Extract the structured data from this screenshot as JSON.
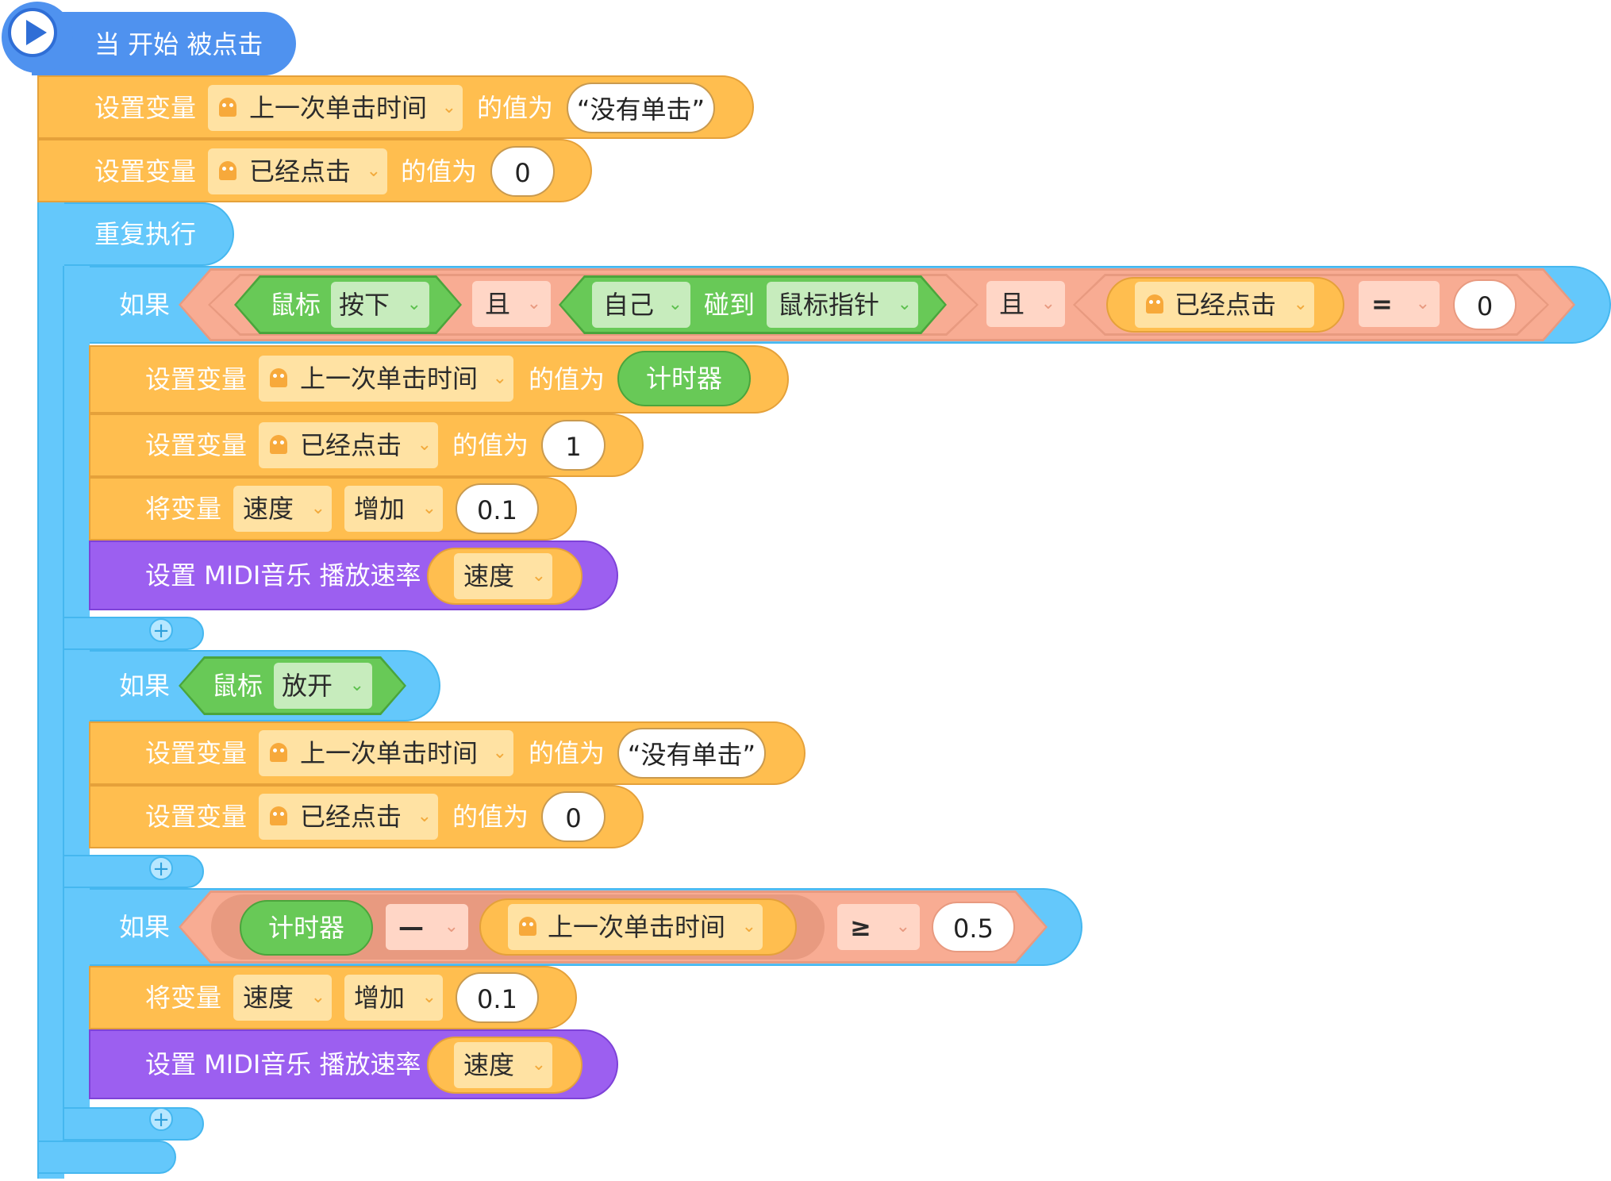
{
  "colors": {
    "event": "#4f92ef",
    "variable": "#ffbe4f",
    "control": "#64c8fb",
    "sensing": "#68c957",
    "operator_dark": "#e89a80",
    "operator_light": "#f8ac93",
    "music": "#9c5ff0",
    "dropdown_variable": "#ffe2a3",
    "dropdown_sensing": "#c7ecbd",
    "dropdown_operator": "#ffd6c6"
  },
  "icons": {
    "play": "play-icon",
    "variable": "ghost-icon",
    "chevron": "chevron-down-icon",
    "add": "plus-icon"
  },
  "hat": {
    "label": "当 开始 被点击"
  },
  "set_last_click": {
    "label": "设置变量",
    "variable": "上一次单击时间",
    "of_label": "的值为",
    "value": "“没有单击”"
  },
  "set_clicked": {
    "label": "设置变量",
    "variable": "已经点击",
    "of_label": "的值为",
    "value": "0"
  },
  "repeat": {
    "label": "重复执行"
  },
  "if1": {
    "label": "如果",
    "mouse": "鼠标",
    "mouse_state": "按下",
    "and1": "且",
    "self": "自己",
    "touch": "碰到",
    "target": "鼠标指针",
    "and2": "且",
    "variable": "已经点击",
    "op": "=",
    "value": "0",
    "body": {
      "set_last": {
        "label": "设置变量",
        "variable": "上一次单击时间",
        "of_label": "的值为",
        "value": "计时器"
      },
      "set_clicked": {
        "label": "设置变量",
        "variable": "已经点击",
        "of_label": "的值为",
        "value": "1"
      },
      "change_speed": {
        "label": "将变量",
        "variable": "速度",
        "mode": "增加",
        "value": "0.1"
      },
      "midi": {
        "label": "设置 MIDI音乐 播放速率",
        "variable": "速度"
      }
    }
  },
  "if2": {
    "label": "如果",
    "mouse": "鼠标",
    "mouse_state": "放开",
    "body": {
      "set_last": {
        "label": "设置变量",
        "variable": "上一次单击时间",
        "of_label": "的值为",
        "value": "“没有单击”"
      },
      "set_clicked": {
        "label": "设置变量",
        "variable": "已经点击",
        "of_label": "的值为",
        "value": "0"
      }
    }
  },
  "if3": {
    "label": "如果",
    "timer": "计时器",
    "minus": "—",
    "variable": "上一次单击时间",
    "cmp": "≥",
    "value": "0.5",
    "body": {
      "change_speed": {
        "label": "将变量",
        "variable": "速度",
        "mode": "增加",
        "value": "0.1"
      },
      "midi": {
        "label": "设置 MIDI音乐 播放速率",
        "variable": "速度"
      }
    }
  }
}
